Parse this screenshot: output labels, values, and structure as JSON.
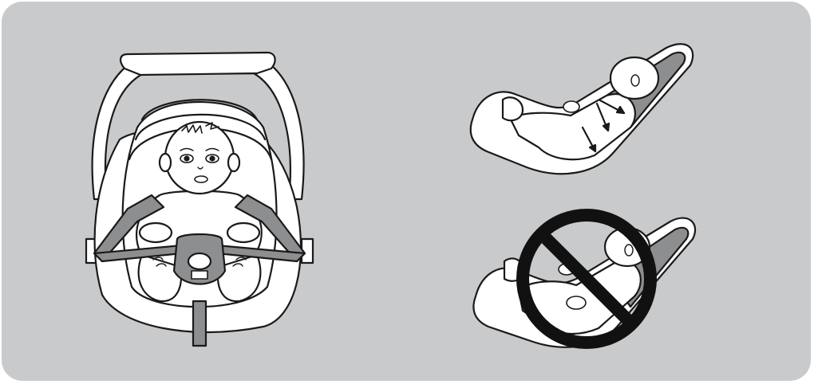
{
  "figure": {
    "background_color": "#c9cacc",
    "line_color": "#1a1a1a",
    "fill_light": "#ffffff",
    "fill_shade": "#8d8e90",
    "illustrations": [
      {
        "name": "infant-car-seat-front-view",
        "icon": "baby-in-car-seat-icon"
      },
      {
        "name": "correct-recline-position",
        "icon": "baby-reclined-arrows-icon"
      },
      {
        "name": "incorrect-position-prohibited",
        "icon": "prohibited-sign-icon"
      }
    ]
  }
}
